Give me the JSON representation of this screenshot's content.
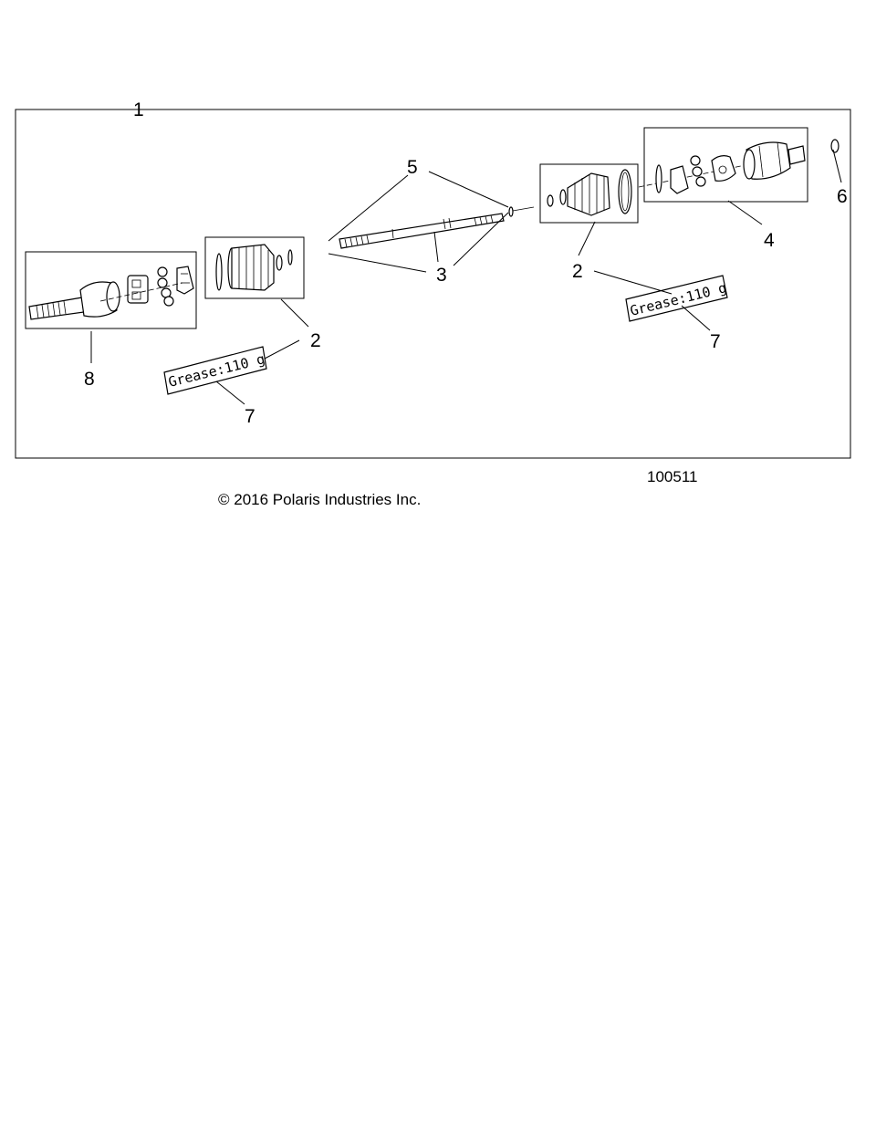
{
  "callouts": {
    "c1": "1",
    "c2_left": "2",
    "c2_right": "2",
    "c2_box": "2",
    "c3": "3",
    "c4": "4",
    "c5": "5",
    "c6": "6",
    "c7_left": "7",
    "c7_right": "7",
    "c8": "8"
  },
  "grease_labels": {
    "left": "Grease:110  g",
    "right": "Grease:110  g"
  },
  "footer": {
    "drawing_number": "100511",
    "copyright": "© 2016 Polaris Industries Inc."
  }
}
